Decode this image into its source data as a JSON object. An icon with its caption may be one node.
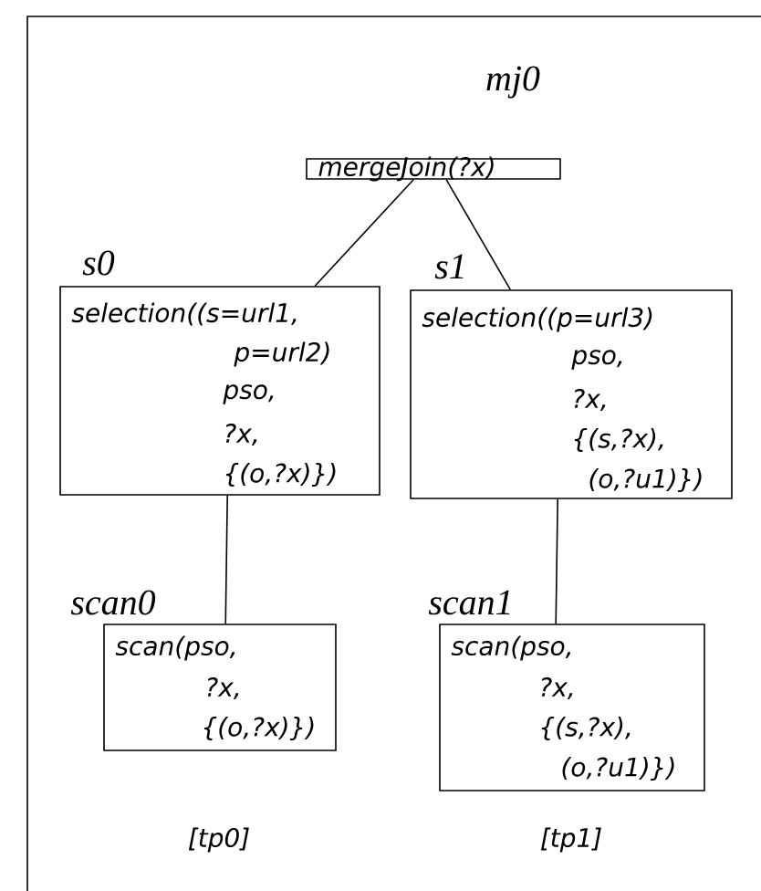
{
  "diagram": {
    "nodes": [
      {
        "text": [
          "mergeJoin(?x)"
        ],
        "beside": [
          "mj0"
        ]
      },
      {
        "text": [
          "selection((s=url1,",
          "p=url2)",
          "pso,",
          "?x,",
          "{(o,?x)})"
        ],
        "beside": [
          "s0"
        ]
      },
      {
        "text": [
          "selection((p=url3)",
          "pso,",
          "?x,",
          "{(s,?x),",
          "(o,?u1)})"
        ],
        "beside": [
          "s1"
        ]
      },
      {
        "text": [
          "scan(pso,",
          "?x,",
          "{(o,?x)})"
        ],
        "beside": [
          "scan0"
        ]
      },
      {
        "text": [
          "scan(pso,",
          "?x,",
          "{(s,?x),",
          "(o,?u1)})"
        ],
        "beside": [
          "scan1"
        ]
      }
    ],
    "edges": [
      {
        "from": 0,
        "to": 1,
        "arrow": "none"
      },
      {
        "from": 0,
        "to": 2,
        "arrow": "none"
      },
      {
        "from": 1,
        "to": 3,
        "arrow": "none"
      },
      {
        "from": 2,
        "to": 4,
        "arrow": "none"
      }
    ],
    "labels": [
      "[tp0]",
      "[tp1]"
    ]
  }
}
